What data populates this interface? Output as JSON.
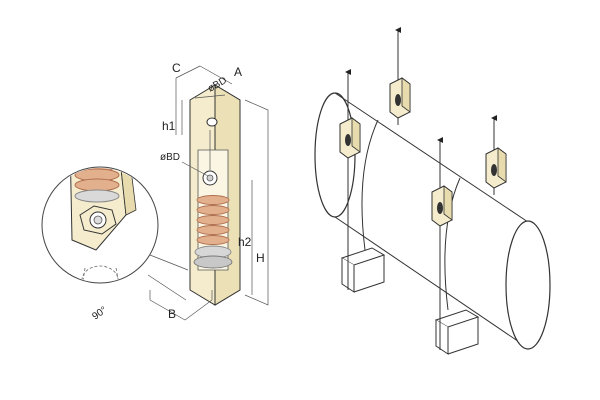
{
  "diagram": {
    "left_panel": {
      "labels": {
        "c": "C",
        "a": "A",
        "bd_top": "øBD",
        "bd_mid": "øBD",
        "h1": "h1",
        "h2": "h2",
        "h_total": "H",
        "b": "B",
        "angle": "90°"
      }
    },
    "right_panel": {
      "hangers": 4
    },
    "colors": {
      "cream": "#f4eccc",
      "spring": "#e3b08e",
      "spring_dark": "#c98463",
      "steel": "#c8c8c8",
      "outline": "#333333"
    }
  }
}
